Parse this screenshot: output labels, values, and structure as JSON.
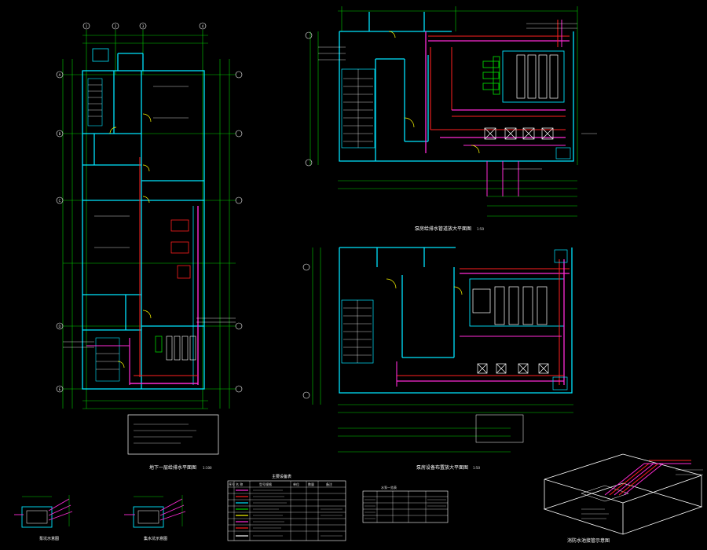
{
  "colors": {
    "background": "#000000",
    "wall": "#00e5ff",
    "dimension": "#00d000",
    "pipe_magenta": "#ff2bd6",
    "pipe_red": "#ff2020",
    "door": "#ffff00",
    "text": "#ffffff"
  },
  "grid_labels_top": [
    "1",
    "2",
    "3",
    "4"
  ],
  "grid_labels_left": [
    "A",
    "B",
    "C",
    "D",
    "E"
  ],
  "views": {
    "floor_plan": {
      "title": "地下一层给排水平面图",
      "scale": "1:100"
    },
    "plan_top": {
      "title": "泵房给排水管道放大平面图",
      "scale": "1:50"
    },
    "plan_bottom": {
      "title": "泵房设备布置放大平面图",
      "scale": "1:50"
    },
    "tank_3d": {
      "title": "消防水池接管示意图"
    },
    "detail_left": {
      "title": "泵坑示意图"
    },
    "detail_mid": {
      "title": "集水坑示意图"
    }
  },
  "legend_table": {
    "title": "主要设备表",
    "headers": [
      "序号",
      "名  称",
      "型号规格",
      "单位",
      "数量",
      "备注"
    ]
  },
  "pump_table": {
    "title": "水泵一览表"
  }
}
